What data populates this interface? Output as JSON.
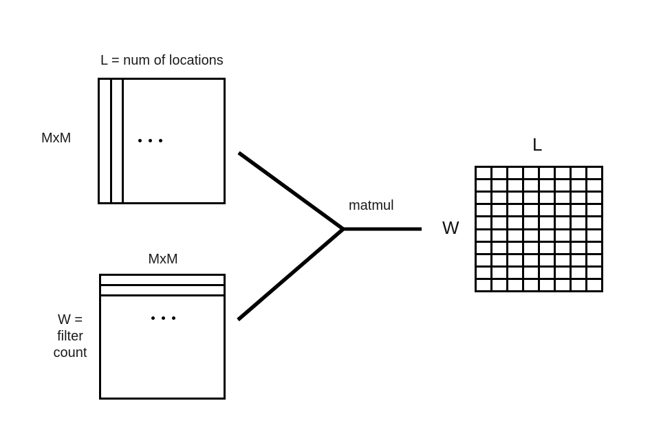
{
  "diagram": {
    "colors": {
      "background": "#ffffff",
      "ink": "#000000",
      "text": "#1a1a1a"
    },
    "top_matrix": {
      "title": "L = num of locations",
      "side_label": "MxM",
      "ellipsis_icon": "three-dots"
    },
    "bottom_matrix": {
      "title": "MxM",
      "side_label": "W =\nfilter\ncount",
      "ellipsis_icon": "three-dots"
    },
    "operation_label": "matmul",
    "result_matrix": {
      "top_label": "L",
      "side_label": "W",
      "grid_rows": 10,
      "grid_cols": 8
    }
  }
}
